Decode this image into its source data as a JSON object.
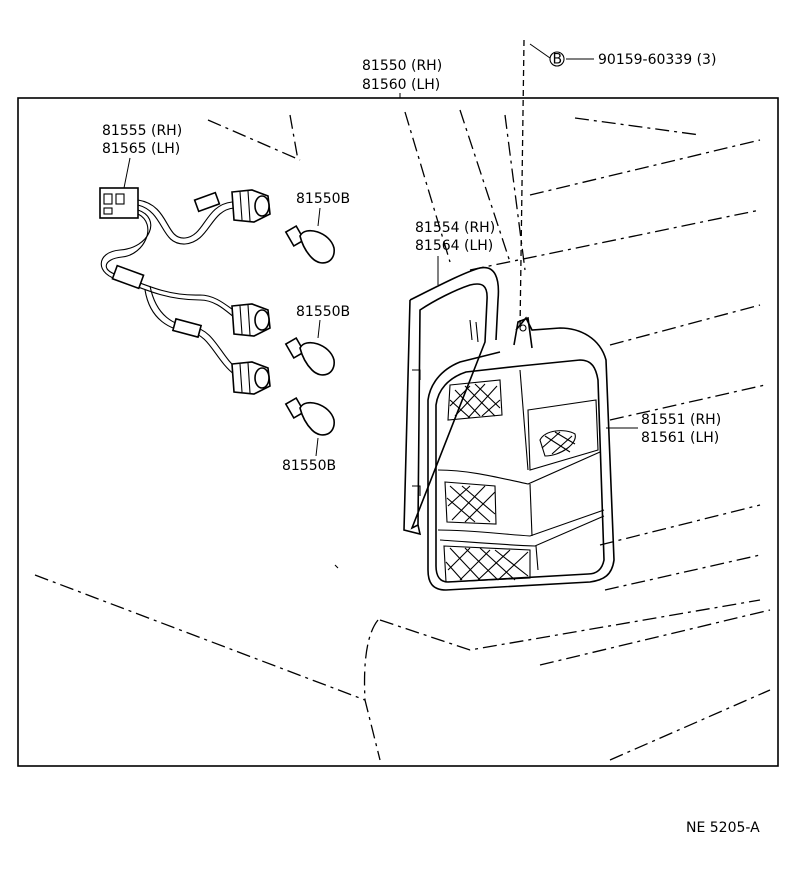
{
  "labels": {
    "lamp_assembly_rh": "81550 (RH)",
    "lamp_assembly_lh": "81560 (LH)",
    "bolt_symbol": "B",
    "bolt_part": "90159-60339 (3)",
    "socket_wire_rh": "81555 (RH)",
    "socket_wire_lh": "81565 (LH)",
    "bulb_1": "81550B",
    "bulb_2": "81550B",
    "bulb_3": "81550B",
    "gasket_rh": "81554 (RH)",
    "gasket_lh": "81564 (LH)",
    "lens_rh": "81551 (RH)",
    "lens_lh": "81561 (LH)",
    "drawing_code": "NE 5205-A"
  }
}
